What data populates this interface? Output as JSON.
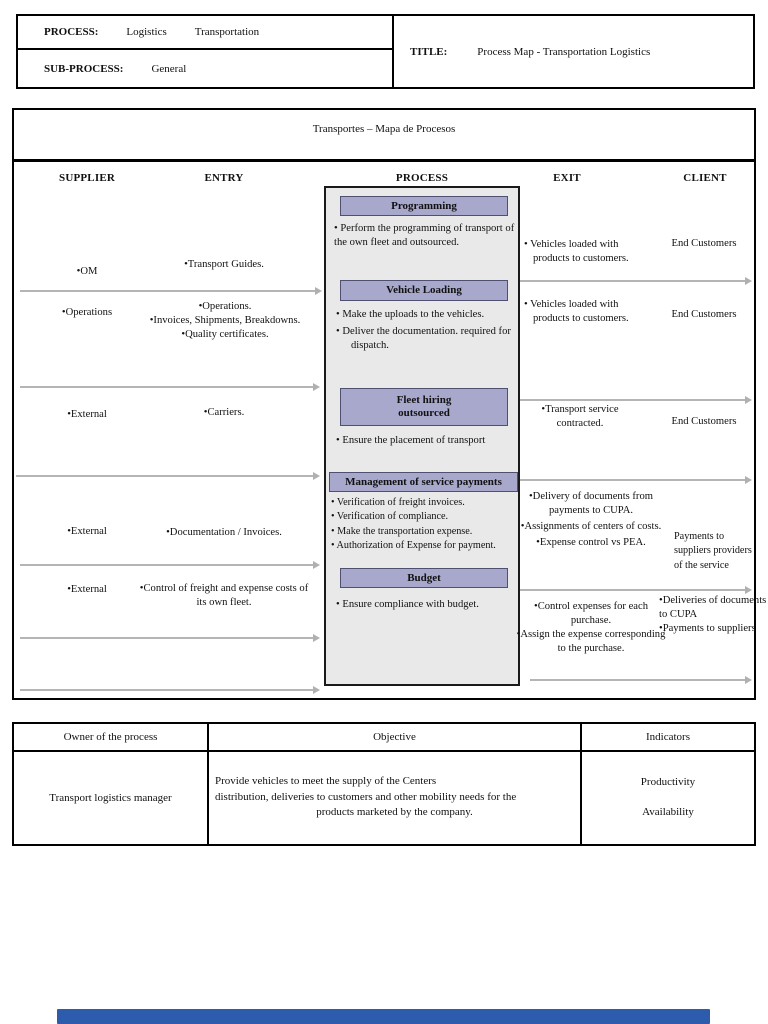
{
  "header": {
    "process_label": "PROCESS:",
    "process_value_1": "Logistics",
    "process_value_2": "Transportation",
    "subprocess_label": "SUB-PROCESS:",
    "subprocess_value": "General",
    "title_label": "TITLE:",
    "title_value": "Process Map - Transportation Logistics"
  },
  "diagram": {
    "title": "Transportes – Mapa de Procesos",
    "columns": [
      "SUPPLIER",
      "ENTRY",
      "PROCESS",
      "EXIT",
      "CLIENT"
    ],
    "suppliers": [
      "•OM",
      "•Operations",
      "•External",
      "•External",
      "•External"
    ],
    "entries": {
      "e1": "•Transport Guides.",
      "e2": [
        "•Operations.",
        "•Invoices, Shipments, Breakdowns.",
        "•Quality certificates."
      ],
      "e3": "•Carriers.",
      "e4": "•Documentation / Invoices.",
      "e5": "•Control of freight and expense costs of its own fleet."
    },
    "boxes": [
      {
        "title": "Programming",
        "b": [
          "• Perform the programming of transport of the own fleet and outsourced."
        ]
      },
      {
        "title": "Vehicle Loading",
        "b": [
          "•   Make the uploads to the vehicles.",
          "•   Deliver the documentation. required for dispatch."
        ]
      },
      {
        "title": "Fleet hiring outsourced",
        "b": [
          "•   Ensure the placement of transport"
        ]
      },
      {
        "title": "Management of service payments",
        "b": [
          "• Verification of freight invoices.",
          "• Verification of compliance.",
          "• Make the transportation expense.",
          "• Authorization of Expense for payment."
        ]
      },
      {
        "title": "Budget",
        "b": [
          "•   Ensure compliance with budget."
        ]
      }
    ],
    "exits": {
      "x1": "• Vehicles loaded with products to customers.",
      "x2": "• Vehicles loaded with products to customers.",
      "x3": "•Transport service contracted.",
      "x4": [
        "•Delivery of documents from payments to CUPA.",
        "•Assignments of centers of costs.",
        "•Expense control vs PEA."
      ],
      "x5": [
        "•Control expenses for each purchase.",
        "•Assign the expense corresponding to the purchase."
      ]
    },
    "clients": {
      "c1": "End Customers",
      "c2": "End Customers",
      "c3": "End Customers",
      "c4": "Payments  to suppliers providers of the service",
      "c5": [
        "•Deliveries of documents to CUPA",
        "•Payments to suppliers"
      ]
    }
  },
  "footer": {
    "headers": [
      "Owner of the process",
      "Objective",
      "Indicators"
    ],
    "owner": "Transport logistics manager",
    "objective": [
      "Provide vehicles to meet the supply of the Centers",
      "distribution, deliveries to customers and other mobility needs for the",
      "products marketed by the company."
    ],
    "indicators": [
      "Productivity",
      "Availability"
    ]
  },
  "colors": {
    "step_header": "#a8a8cd",
    "process_bg": "#e9e9e9",
    "arrow": "#b5b5b5",
    "progress_bar": "#2d5cad"
  }
}
